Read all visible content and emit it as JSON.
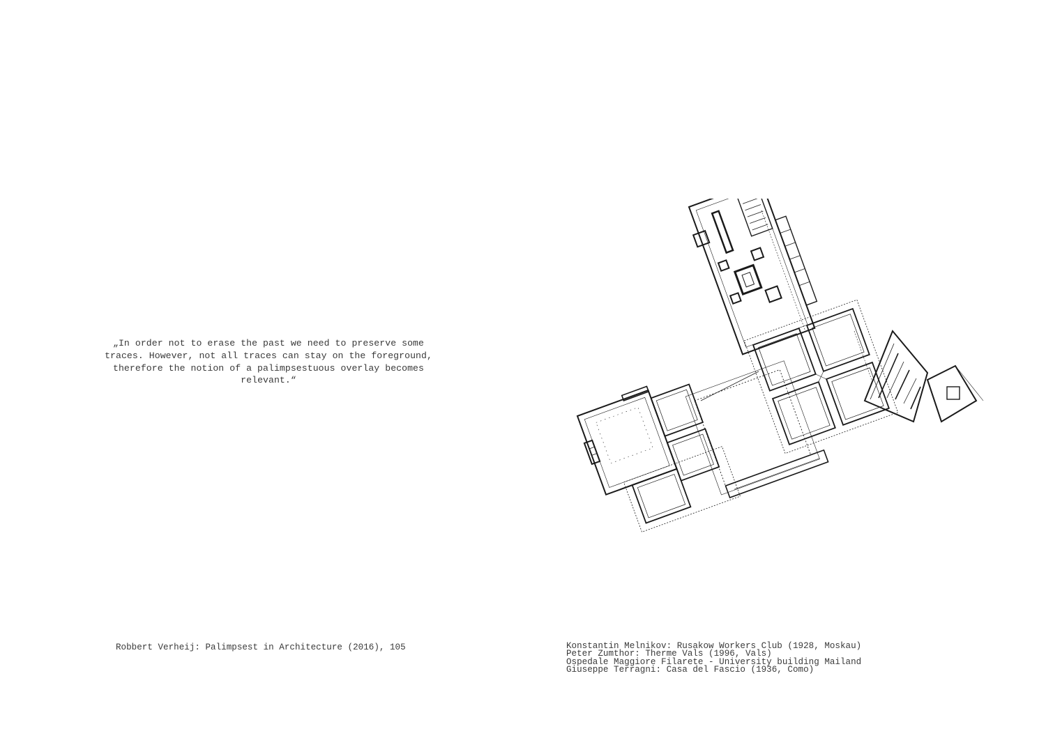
{
  "quote": {
    "text": "„In order not to erase the past we need to preserve some traces. However, not all traces can stay on the foreground, therefore the notion of a palimpsestuous overlay becomes relevant.“"
  },
  "citation": {
    "text": "Robbert Verheij: Palimpsest in Architecture (2016), 105"
  },
  "credits": [
    "Konstantin Melnikov: Rusakow Workers Club (1928, Moskau)",
    "Peter Zumthor: Therme Vals (1996, Vals)",
    "Ospedale Maggiore Filarete - University building Mailand",
    "Giuseppe Terragni: Casa del Fascio (1936, Como)"
  ],
  "drawing": {
    "subject": "composite-architectural-floor-plan",
    "line_color": "#1a1a1a"
  }
}
